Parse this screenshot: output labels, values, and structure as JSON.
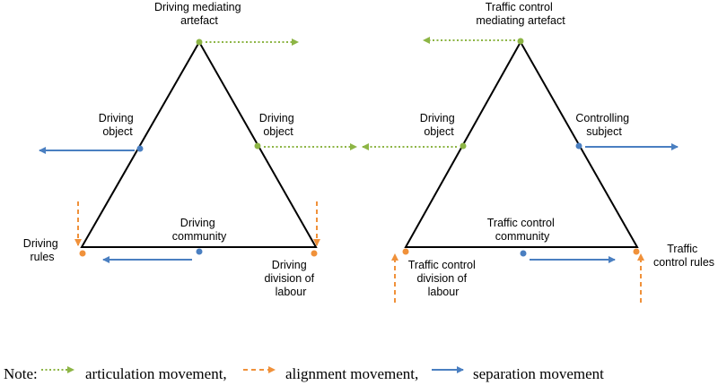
{
  "colors": {
    "articulation": "#8db545",
    "alignment": "#f0913a",
    "separation": "#4a7fc1",
    "triangle": "#000000"
  },
  "left_triangle": {
    "top": [
      "Driving mediating",
      "artefact"
    ],
    "left_side": [
      "Driving",
      "object"
    ],
    "right_side": [
      "Driving",
      "object"
    ],
    "base": [
      "Driving",
      "community"
    ],
    "bottom_left": [
      "Driving",
      "rules"
    ],
    "bottom_right": [
      "Driving",
      "division of",
      "labour"
    ]
  },
  "right_triangle": {
    "top": [
      "Traffic control",
      "mediating artefact"
    ],
    "left_side": [
      "Driving",
      "object"
    ],
    "right_side": [
      "Controlling",
      "subject"
    ],
    "base": [
      "Traffic control",
      "community"
    ],
    "bottom_left": [
      "Traffic control",
      "division of",
      "labour"
    ],
    "bottom_right": [
      "Traffic",
      "control rules"
    ]
  },
  "legend": {
    "note": "Note:",
    "articulation": "articulation movement,",
    "alignment": "alignment movement,",
    "separation": "separation movement"
  }
}
